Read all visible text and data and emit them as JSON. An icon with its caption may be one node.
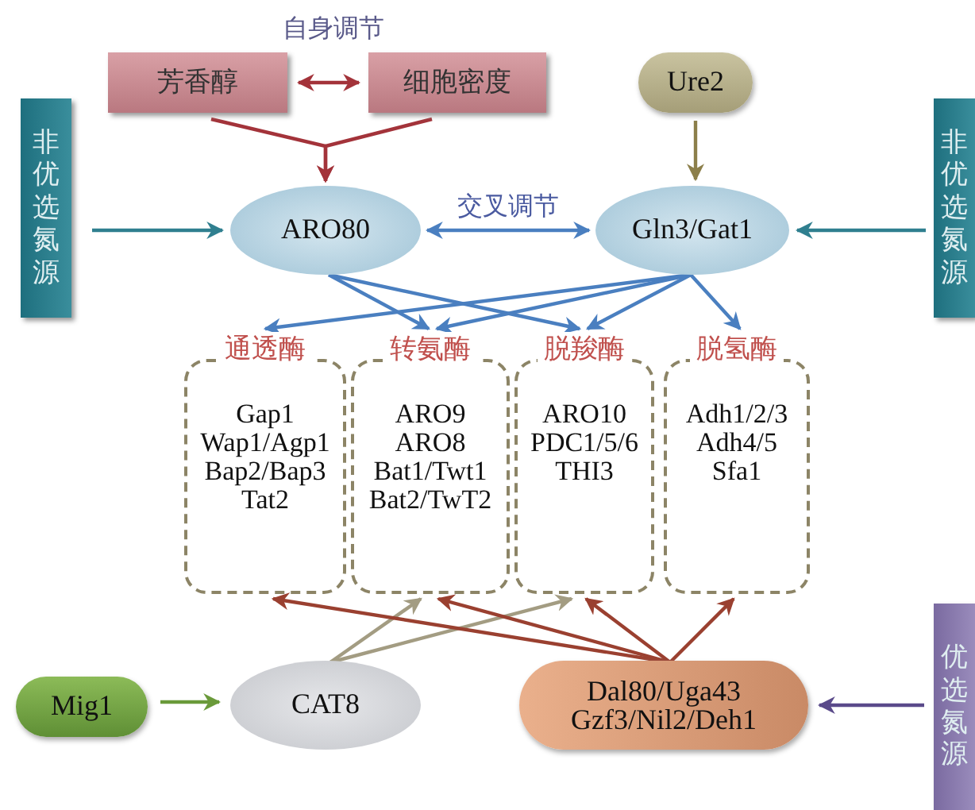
{
  "diagram": {
    "nodes": [
      {
        "text": [
          "芳香醇"
        ]
      },
      {
        "text": [
          "细胞密度"
        ]
      },
      {
        "text": [
          "Ure2"
        ]
      },
      {
        "text": [
          "非优选氮源"
        ]
      },
      {
        "text": [
          "ARO80"
        ]
      },
      {
        "text": [
          "Gln3/Gat1"
        ]
      },
      {
        "text": [
          "非优选氮源"
        ]
      },
      {
        "text": [
          "通透酶",
          "Gap1 Wap1/Agp1 Bap2/Bap3 Tat2"
        ]
      },
      {
        "text": [
          "转氨酶",
          "ARO9 ARO8 Bat1/Twt1 Bat2/TwT2"
        ]
      },
      {
        "text": [
          "脱羧酶",
          "ARO10 PDC1/5/6 THI3"
        ]
      },
      {
        "text": [
          "脱氢酶",
          "Adh1/2/3 Adh4/5 Sfa1"
        ]
      },
      {
        "text": [
          "Mig1"
        ]
      },
      {
        "text": [
          "CAT8"
        ]
      },
      {
        "text": [
          "Dal80/Uga43 Gzf3/Nil2/Deh1"
        ]
      },
      {
        "text": [
          "优选氮源"
        ]
      }
    ],
    "edges": [
      {
        "from": 0,
        "to": 1,
        "arrow": "both",
        "color": "#a3333a"
      },
      {
        "from": 0,
        "to": 4,
        "arrow": "to",
        "color": "#a3333a"
      },
      {
        "from": 1,
        "to": 4,
        "arrow": "to",
        "color": "#a3333a"
      },
      {
        "from": 2,
        "to": 5,
        "arrow": "to",
        "color": "#8c7f4a"
      },
      {
        "from": 3,
        "to": 4,
        "arrow": "to",
        "color": "#2f7f8f"
      },
      {
        "from": 6,
        "to": 5,
        "arrow": "to",
        "color": "#2f7f8f"
      },
      {
        "from": 4,
        "to": 5,
        "arrow": "both",
        "label": "交叉调节"
      },
      {
        "from": 4,
        "to": 8,
        "arrow": "to"
      },
      {
        "from": 4,
        "to": 9,
        "arrow": "to"
      },
      {
        "from": 5,
        "to": 7,
        "arrow": "to"
      },
      {
        "from": 5,
        "to": 8,
        "arrow": "to"
      },
      {
        "from": 5,
        "to": 9,
        "arrow": "to"
      },
      {
        "from": 5,
        "to": 10,
        "arrow": "to"
      },
      {
        "from": 11,
        "to": 12,
        "arrow": "to",
        "color": "#6a9a3a"
      },
      {
        "from": 12,
        "to": 8,
        "arrow": "to",
        "color": "#a39c82"
      },
      {
        "from": 12,
        "to": 9,
        "arrow": "to",
        "color": "#a39c82"
      },
      {
        "from": 13,
        "to": 7,
        "arrow": "to",
        "color": "#9a4030"
      },
      {
        "from": 13,
        "to": 8,
        "arrow": "to",
        "color": "#9a4030"
      },
      {
        "from": 13,
        "to": 9,
        "arrow": "to",
        "color": "#9a4030"
      },
      {
        "from": 13,
        "to": 10,
        "arrow": "to",
        "color": "#9a4030"
      },
      {
        "from": 14,
        "to": 13,
        "arrow": "to",
        "color": "#5a4a8a"
      }
    ],
    "labels": [
      "自身调节"
    ]
  }
}
